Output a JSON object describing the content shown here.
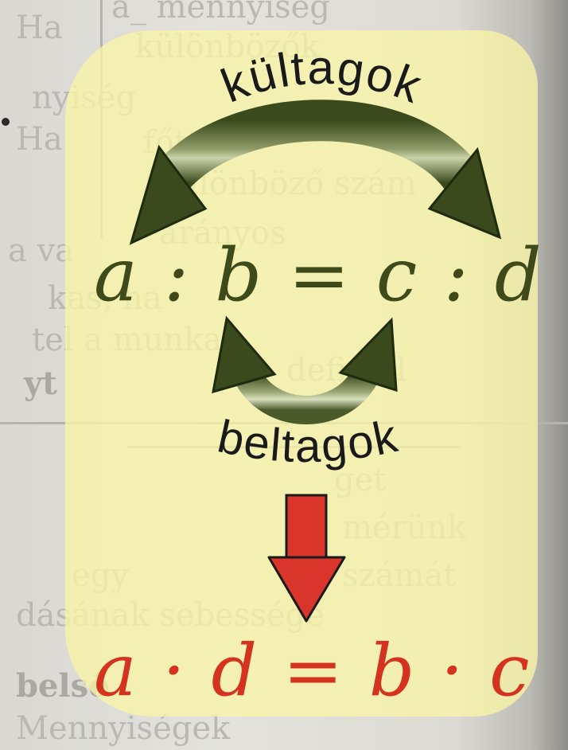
{
  "diagram": {
    "outer_terms_label": "kültagok",
    "inner_terms_label": "beltagok",
    "proportion_equation": "a : b = c : d",
    "product_equation": "a · d = b · c"
  },
  "colors": {
    "panel": "#f8f5a6",
    "arrow_green_dark": "#3a4a1c",
    "arrow_green_light": "#c9d2a8",
    "equation_green": "#3e4a1a",
    "equation_red": "#d5331f",
    "arrow_red": "#d9352b"
  }
}
